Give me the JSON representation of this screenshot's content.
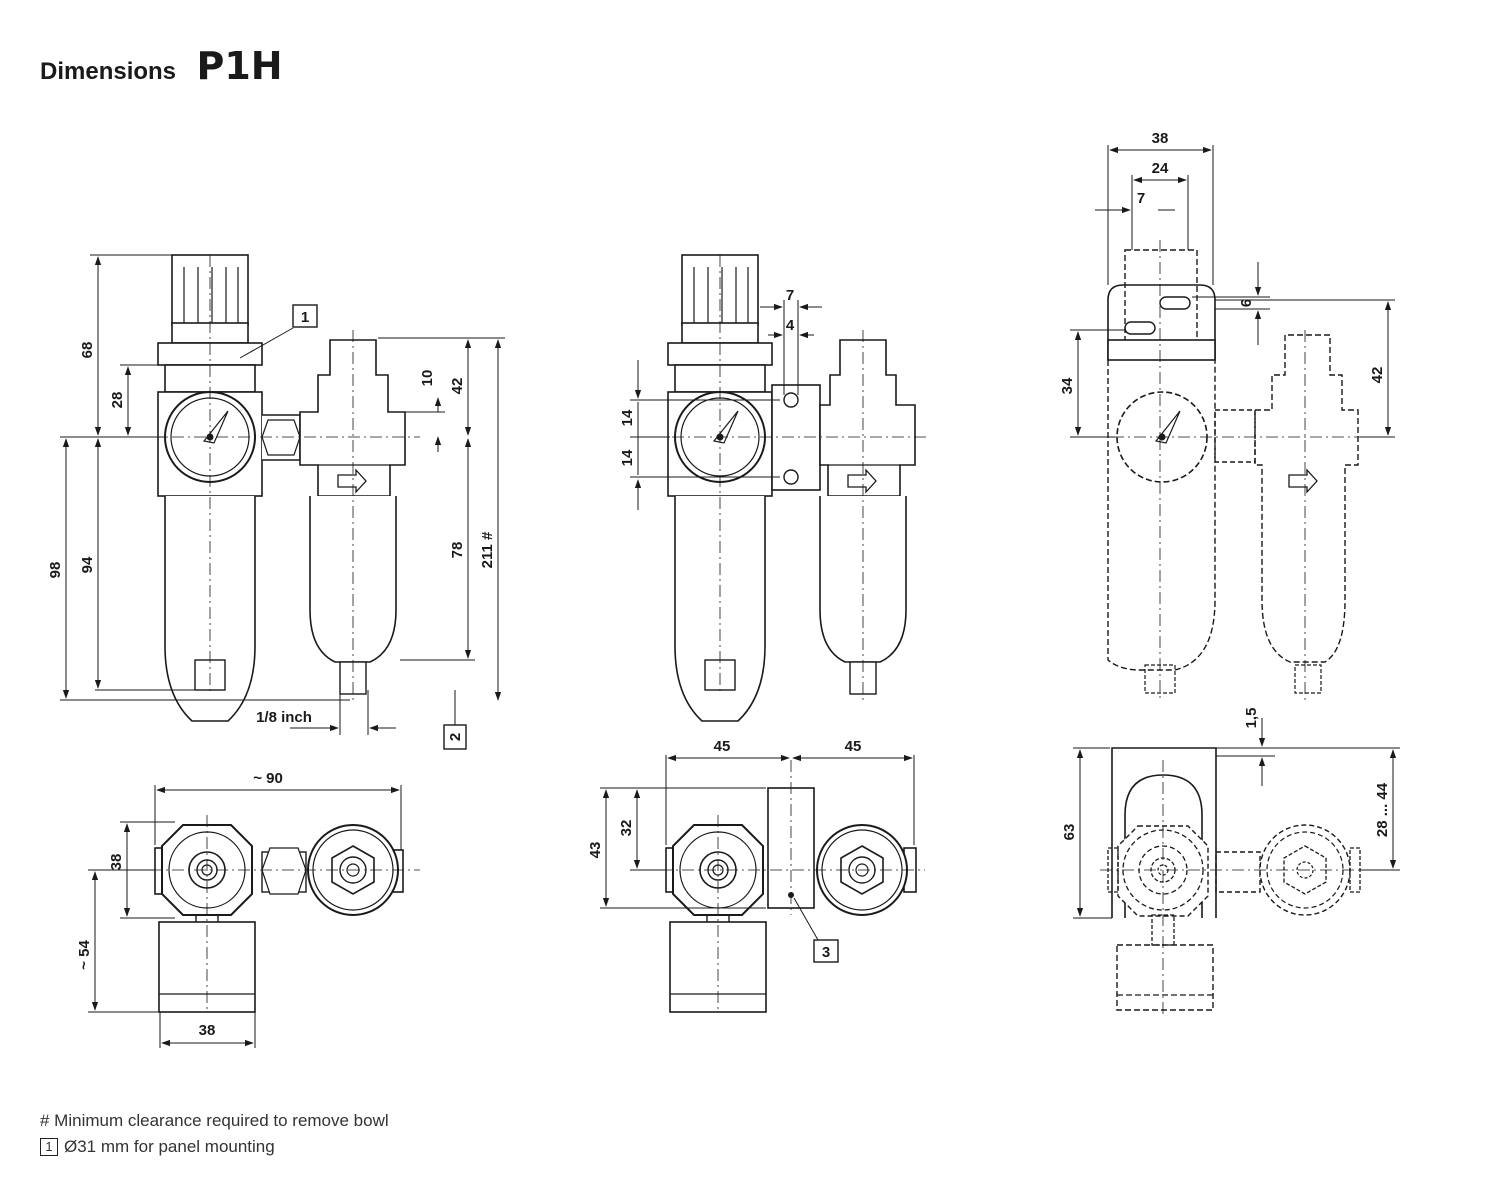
{
  "header": {
    "title": "Dimensions",
    "model": "P1H"
  },
  "views": {
    "front": {
      "callout": "1",
      "dims": {
        "h68": "68",
        "h28": "28",
        "h10": "10",
        "h42": "42",
        "h98": "98",
        "h94": "94",
        "h78": "78",
        "h211": "211 #",
        "port": "1/8 inch",
        "clear_box": "2"
      }
    },
    "front_mod": {
      "dims": {
        "d7": "7",
        "d4": "4",
        "d14a": "14",
        "d14b": "14"
      }
    },
    "side": {
      "dims": {
        "w38": "38",
        "w24": "24",
        "w7": "7",
        "d6": "6",
        "h34": "34",
        "h42": "42"
      }
    },
    "top": {
      "dims": {
        "w90": "~ 90",
        "h38": "38",
        "h54": "~ 54",
        "w38": "38"
      }
    },
    "top_mod": {
      "callout": "3",
      "dims": {
        "w45a": "45",
        "w45b": "45",
        "h32": "32",
        "h43": "43"
      }
    },
    "top_side": {
      "dims": {
        "d15": "1,5",
        "h63": "63",
        "h2844": "28 ... 44"
      }
    }
  },
  "notes": {
    "note1": "# Minimum clearance required to remove bowl",
    "note2_ref": "1",
    "note2": "Ø31 mm for panel mounting"
  }
}
